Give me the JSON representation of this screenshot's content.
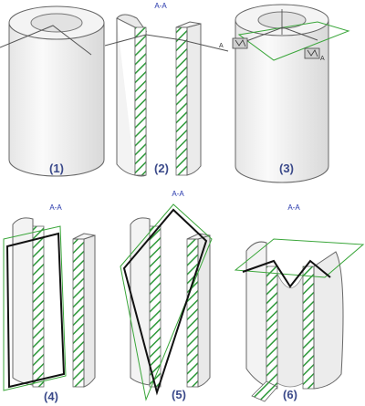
{
  "colors": {
    "body_fill": "#f2f2f2",
    "body_shade": "#dedede",
    "outline": "#555555",
    "hatch": "#2e9a3a",
    "plane": "#3aa63a",
    "cut_line": "#111111",
    "label": "#3b4a8a",
    "section_label": "#2233aa"
  },
  "panels": [
    {
      "id": "1",
      "label": "(1)",
      "section_title": ""
    },
    {
      "id": "2",
      "label": "(2)",
      "section_title": "A-A"
    },
    {
      "id": "3",
      "label": "(3)",
      "section_title": "",
      "markers": [
        "A",
        "A"
      ]
    },
    {
      "id": "4",
      "label": "(4)",
      "section_title": "A-A"
    },
    {
      "id": "5",
      "label": "(5)",
      "section_title": "A-A"
    },
    {
      "id": "6",
      "label": "(6)",
      "section_title": "A-A"
    }
  ]
}
